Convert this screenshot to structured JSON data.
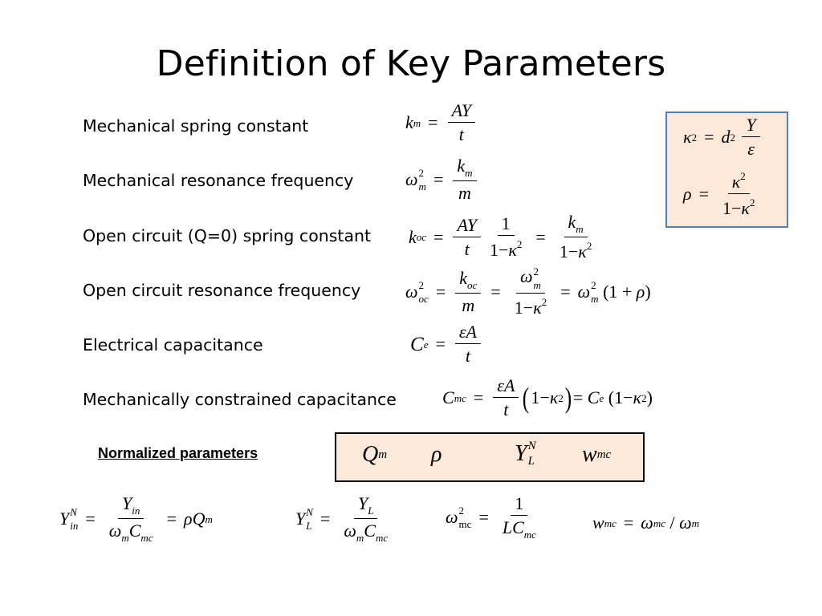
{
  "title": "Definition of Key Parameters",
  "rows": [
    {
      "label": "Mechanical spring constant"
    },
    {
      "label": "Mechanical resonance frequency"
    },
    {
      "label": "Open circuit (Q=0) spring constant"
    },
    {
      "label": "Open circuit resonance frequency"
    },
    {
      "label": "Electrical capacitance"
    },
    {
      "label": "Mechanically constrained capacitance"
    }
  ],
  "normalized_label": "Normalized parameters",
  "normalized_params": [
    "Q",
    "ρ",
    "Y",
    "w"
  ],
  "colors": {
    "box_fill": "#fde9d9",
    "kappa_box_border": "#4f81bd",
    "norm_box_border": "#000000"
  }
}
